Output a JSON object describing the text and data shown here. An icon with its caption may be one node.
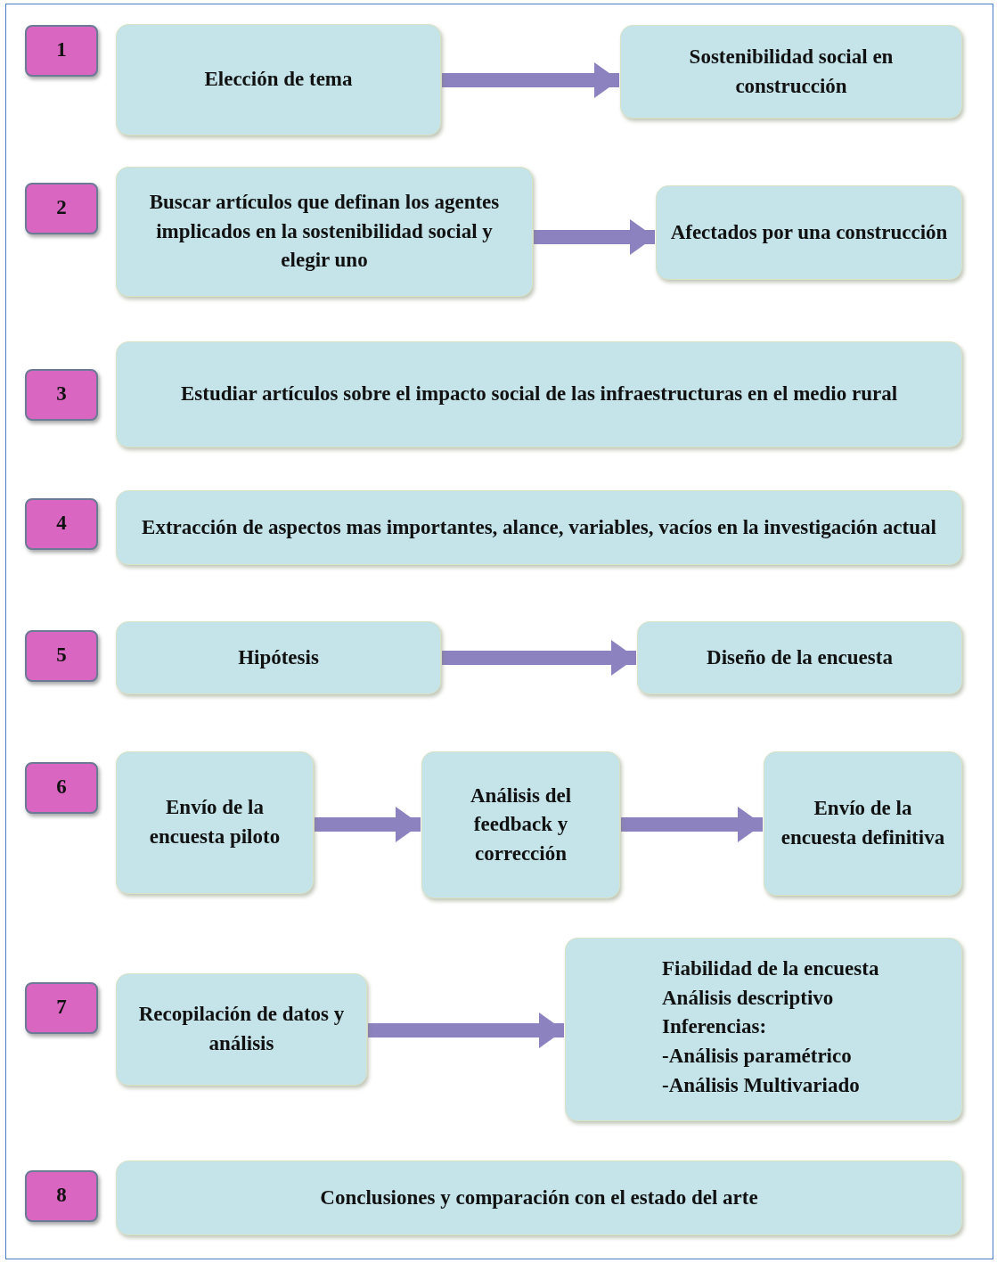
{
  "diagram": {
    "nodes": [
      {
        "text": [
          "1"
        ]
      },
      {
        "text": [
          "Elección de tema"
        ]
      },
      {
        "text": [
          "Sostenibilidad social en construcción"
        ]
      },
      {
        "text": [
          "2"
        ]
      },
      {
        "text": [
          "Buscar artículos que definan los agentes implicados en la sostenibilidad social y elegir uno"
        ]
      },
      {
        "text": [
          "Afectados por una construcción"
        ]
      },
      {
        "text": [
          "3"
        ]
      },
      {
        "text": [
          "Estudiar artículos sobre el impacto social de las infraestructuras en el medio rural"
        ]
      },
      {
        "text": [
          "4"
        ]
      },
      {
        "text": [
          "Extracción de aspectos mas importantes, alance, variables, vacíos en la investigación actual"
        ]
      },
      {
        "text": [
          "5"
        ]
      },
      {
        "text": [
          "Hipótesis"
        ]
      },
      {
        "text": [
          "Diseño de la encuesta"
        ]
      },
      {
        "text": [
          "6"
        ]
      },
      {
        "text": [
          "Envío de la encuesta piloto"
        ]
      },
      {
        "text": [
          "Análisis del feedback y corrección"
        ]
      },
      {
        "text": [
          "Envío de la encuesta definitiva"
        ]
      },
      {
        "text": [
          "7"
        ]
      },
      {
        "text": [
          "Recopilación de datos y análisis"
        ]
      },
      {
        "text": [
          "Fiabilidad de la encuesta",
          "Análisis descriptivo",
          "Inferencias:",
          "-Análisis paramétrico",
          "-Análisis Multivariado"
        ]
      },
      {
        "text": [
          "8"
        ]
      },
      {
        "text": [
          "Conclusiones y comparación con el estado del arte"
        ]
      }
    ],
    "edges": [
      {
        "from": 1,
        "to": 2,
        "arrow": "to"
      },
      {
        "from": 4,
        "to": 5,
        "arrow": "to"
      },
      {
        "from": 11,
        "to": 12,
        "arrow": "to"
      },
      {
        "from": 14,
        "to": 15,
        "arrow": "to"
      },
      {
        "from": 15,
        "to": 16,
        "arrow": "to"
      },
      {
        "from": 18,
        "to": 19,
        "arrow": "to"
      }
    ]
  }
}
